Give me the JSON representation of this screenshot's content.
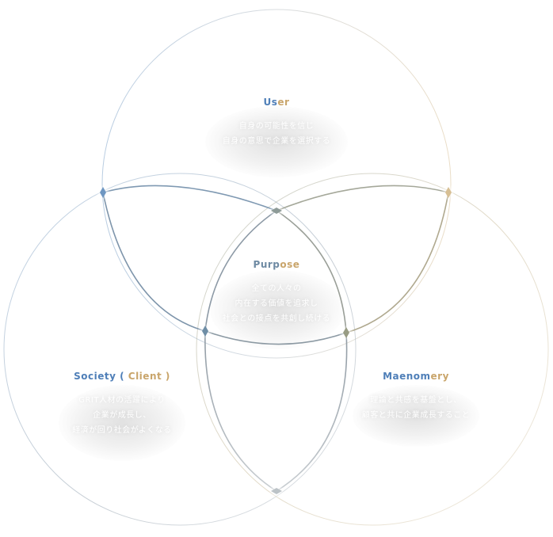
{
  "colors": {
    "blue": "#4f7fb8",
    "gold": "#c9a56b",
    "slate": "#6e8aa3",
    "gray": "#a9b0b5"
  },
  "user": {
    "title_a": "Us",
    "title_b": "er",
    "lines": [
      "自身の可能性を信じ",
      "自身の意思で企業を選択する"
    ]
  },
  "purpose": {
    "title_a": "Purp",
    "title_b": "ose",
    "lines": [
      "全ての人々の",
      "内在する価値を追求し",
      "社会との接点を共創し続ける"
    ]
  },
  "society": {
    "title_a": "Society ( ",
    "title_b": "Client )",
    "lines": [
      "GRIT人材の活躍により",
      "企業が成長し、",
      "経済が回り社会がよくなる"
    ]
  },
  "maenomery": {
    "title_a": "Maenom",
    "title_b": "ery",
    "lines": [
      "理論と共感を基盤とし、",
      "顧客と共に企業成長すること"
    ]
  }
}
